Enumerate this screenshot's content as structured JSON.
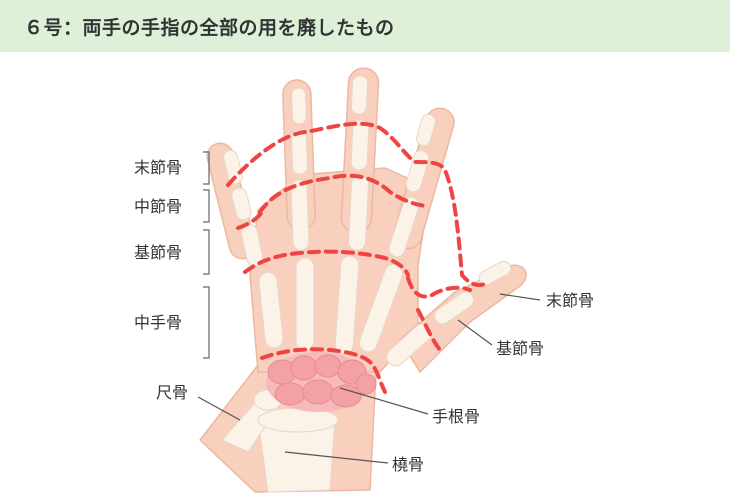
{
  "header": {
    "title": "６号：両手の手指の全部の用を廃したもの"
  },
  "labels": {
    "distal_phalanx": "末節骨",
    "middle_phalanx": "中節骨",
    "proximal_phalanx": "基節骨",
    "metacarpal": "中手骨",
    "ulna": "尺骨",
    "thumb_distal": "末節骨",
    "thumb_proximal": "基節骨",
    "carpal": "手根骨",
    "radius": "橈骨"
  },
  "colors": {
    "header_bg": "#dff0d9",
    "skin": "#f9cfbd",
    "skin_edge": "#ecb8a2",
    "bone": "#fbf2e8",
    "carpal": "#f4a1a6",
    "dash": "#ee4444",
    "text": "#333333"
  }
}
